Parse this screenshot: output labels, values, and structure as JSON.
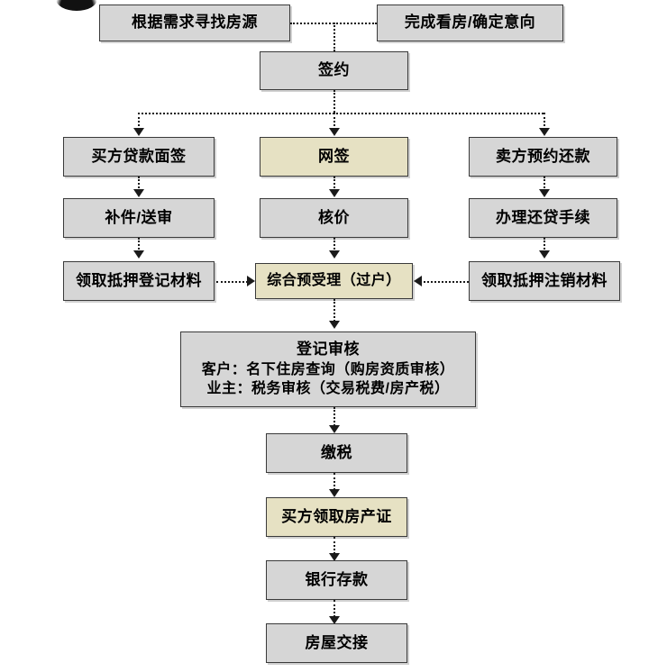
{
  "diagram": {
    "type": "flowchart",
    "orientation": "top-to-bottom",
    "language": "zh-CN",
    "colors": {
      "node_fill_default": "#d6d6d6",
      "node_fill_highlight": "#e6e1c3",
      "node_border": "#3a3a3a",
      "connector": "#1a1a1a",
      "background": "#ffffff"
    },
    "nodes": [
      {
        "id": "n1",
        "label": "根据需求寻找房源",
        "highlight": false
      },
      {
        "id": "n2",
        "label": "完成看房/确定意向",
        "highlight": false
      },
      {
        "id": "n3",
        "label": "签约",
        "highlight": false
      },
      {
        "id": "n4",
        "label": "买方贷款面签",
        "highlight": false
      },
      {
        "id": "n5",
        "label": "网签",
        "highlight": true
      },
      {
        "id": "n6",
        "label": "卖方预约还款",
        "highlight": false
      },
      {
        "id": "n7",
        "label": "补件/送审",
        "highlight": false
      },
      {
        "id": "n8",
        "label": "核价",
        "highlight": false
      },
      {
        "id": "n9",
        "label": "办理还贷手续",
        "highlight": false
      },
      {
        "id": "n10",
        "label": "领取抵押登记材料",
        "highlight": false
      },
      {
        "id": "n11",
        "label": "综合预受理（过户）",
        "highlight": true
      },
      {
        "id": "n12",
        "label": "领取抵押注销材料",
        "highlight": false
      },
      {
        "id": "n13",
        "label": "登记审核",
        "highlight": false,
        "lines": [
          "登记审核",
          "客户：名下住房查询（购房资质审核）",
          "业主：税务审核（交易税费/房产税）"
        ]
      },
      {
        "id": "n14",
        "label": "缴税",
        "highlight": false
      },
      {
        "id": "n15",
        "label": "买方领取房产证",
        "highlight": true
      },
      {
        "id": "n16",
        "label": "银行存款",
        "highlight": false
      },
      {
        "id": "n17",
        "label": "房屋交接",
        "highlight": false
      }
    ],
    "edges": [
      {
        "from": "n1",
        "to": "n2",
        "style": "dotted",
        "direction": "horizontal-link"
      },
      {
        "from": "n2",
        "to": "n3",
        "style": "dotted",
        "direction": "down"
      },
      {
        "from": "n3",
        "to": "n4",
        "style": "dotted",
        "direction": "down"
      },
      {
        "from": "n3",
        "to": "n5",
        "style": "dotted",
        "direction": "down"
      },
      {
        "from": "n3",
        "to": "n6",
        "style": "dotted",
        "direction": "down"
      },
      {
        "from": "n4",
        "to": "n7",
        "style": "dotted",
        "direction": "down"
      },
      {
        "from": "n5",
        "to": "n8",
        "style": "dotted",
        "direction": "down"
      },
      {
        "from": "n6",
        "to": "n9",
        "style": "dotted",
        "direction": "down"
      },
      {
        "from": "n7",
        "to": "n10",
        "style": "dotted",
        "direction": "down"
      },
      {
        "from": "n8",
        "to": "n11",
        "style": "dotted",
        "direction": "down"
      },
      {
        "from": "n9",
        "to": "n12",
        "style": "dotted",
        "direction": "down"
      },
      {
        "from": "n10",
        "to": "n11",
        "style": "dotted",
        "direction": "right"
      },
      {
        "from": "n12",
        "to": "n11",
        "style": "dotted",
        "direction": "left"
      },
      {
        "from": "n11",
        "to": "n13",
        "style": "dotted",
        "direction": "down"
      },
      {
        "from": "n13",
        "to": "n14",
        "style": "dotted",
        "direction": "down"
      },
      {
        "from": "n14",
        "to": "n15",
        "style": "dotted",
        "direction": "down"
      },
      {
        "from": "n15",
        "to": "n16",
        "style": "dotted",
        "direction": "down"
      },
      {
        "from": "n16",
        "to": "n17",
        "style": "dotted",
        "direction": "down"
      }
    ]
  }
}
